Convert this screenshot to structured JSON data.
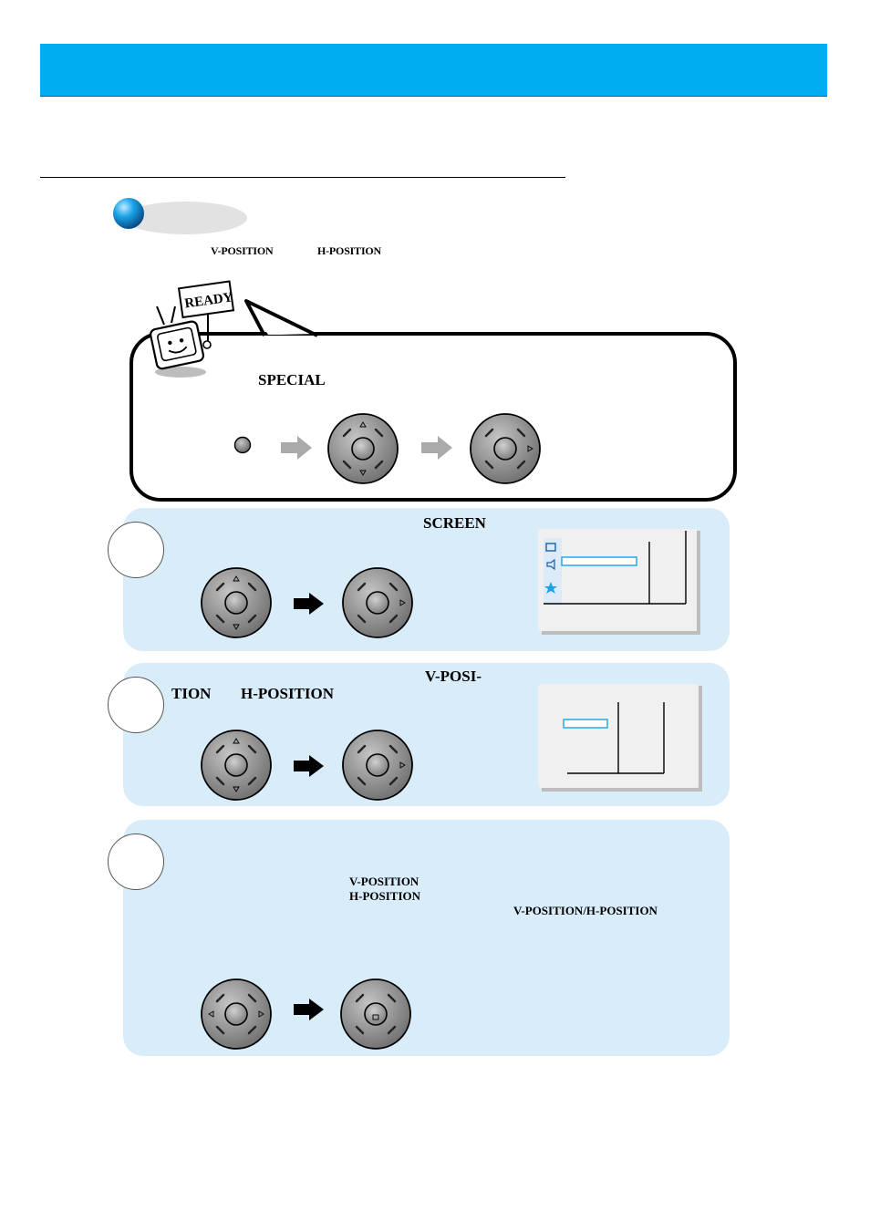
{
  "ready_callout": {
    "sign_text": "READY",
    "labels": {
      "v_position": "V-POSITION",
      "h_position": "H-POSITION"
    },
    "special_label": "SPECIAL"
  },
  "steps": [
    {
      "heading": "SCREEN"
    },
    {
      "heading_line1": "V-POSI-",
      "heading_line2_part1": "TION",
      "heading_line2_part2": "H-POSITION"
    },
    {
      "line_v": "V-POSITION",
      "line_h": "H-POSITION",
      "line_combined": "V-POSITION/H-POSITION"
    }
  ],
  "colors": {
    "header_bar": "#00adef",
    "panel_bg": "#d9ecfa",
    "accent_blue": "#1aa3e8",
    "button_gray": "#8a8a8a"
  }
}
